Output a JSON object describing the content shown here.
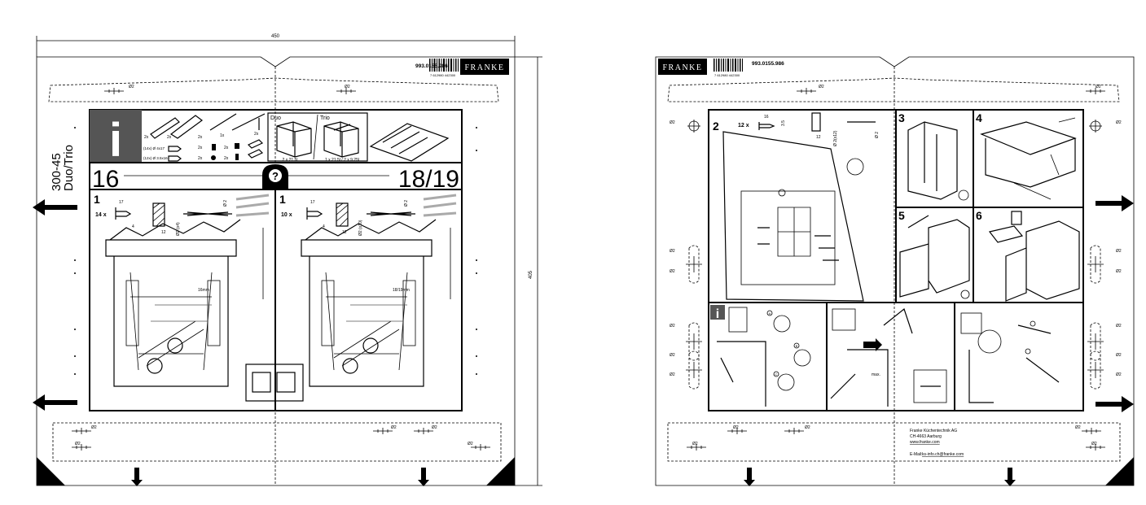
{
  "left_sheet": {
    "width_dimension": "450",
    "height_dimension": "405",
    "article_number": "993.0155.986",
    "barcode_number": "7 612980 442300",
    "brand_logo": "FRANKE",
    "product_title": "300-45",
    "product_subtitle": "Duo/Trio",
    "hole_label": "Ø2",
    "parts": {
      "qty_2x": "2x",
      "qty_1x": "1x",
      "screw_a": "(14x) Ø 4x17",
      "screw_b": "(12x) Ø 3.5x16"
    },
    "variants": {
      "duo_label": "Duo",
      "trio_label": "Trio",
      "duo_capacity": "2 x 21.5l",
      "trio_capacity": "1 x 21.5l / 2 x 9.25l"
    },
    "cabinet_width_left": "16",
    "cabinet_width_right": "18/19",
    "step_left": {
      "number": "1",
      "quantity": "14 x",
      "screw_length": "17",
      "screw_diameter": "4",
      "depth": "12",
      "predrill": "Ø2 (x4)",
      "drill": "Ø 2",
      "thickness": "16mm"
    },
    "step_right": {
      "number": "1",
      "quantity": "10 x",
      "screw_length": "17",
      "screw_diameter": "4",
      "depth": "12",
      "predrill": "Ø2 (x10)",
      "drill": "Ø 2",
      "thickness": "18/19mm"
    }
  },
  "right_sheet": {
    "brand_logo": "FRANKE",
    "barcode_number": "7 612980 442300",
    "article_number": "993.0155.986",
    "hole_label": "Ø2",
    "step2": {
      "number": "2",
      "quantity": "12 x",
      "screw_length": "16",
      "screw_diameter": "3.5",
      "depth": "12",
      "predrill": "Ø 2(x12)",
      "drill": "Ø 2"
    },
    "step3": "3",
    "step4": "4",
    "step5": "5",
    "step6": "6",
    "adjust_labels": [
      "A",
      "B",
      "C"
    ],
    "adjust_max": "max.",
    "company": {
      "name": "Franke Küchentechnik AG",
      "address": "CH-4663 Aarburg",
      "website": "www.franke.com",
      "email_label": "E-Mail:",
      "email": "ks-info.ch@franke.com"
    }
  }
}
